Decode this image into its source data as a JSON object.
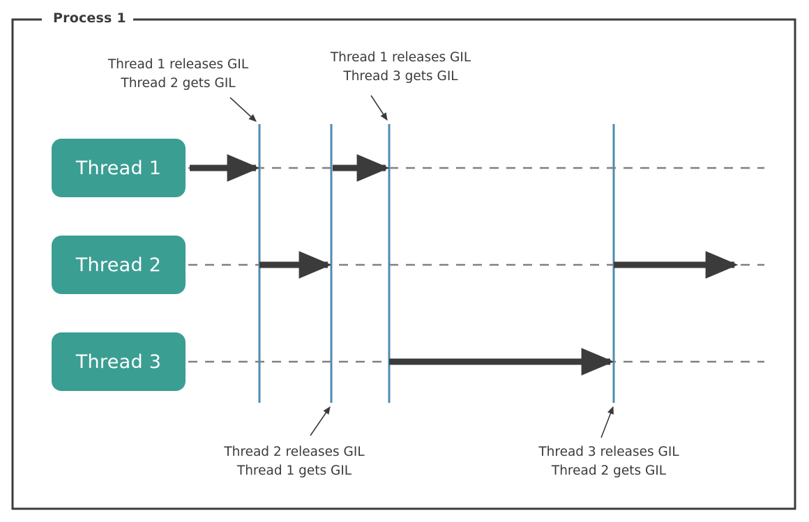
{
  "diagram": {
    "title": "Process 1",
    "frame": {
      "border_color": "#3b3b3b"
    },
    "colors": {
      "thread_box": "#3a9e93",
      "thread_label": "#ffffff",
      "timeline_marker": "#4e8cb0",
      "arrow": "#3b3b3b",
      "dashed_line": "#808080",
      "annotation_text": "#3b3b3b"
    },
    "threads": [
      {
        "label": "Thread 1"
      },
      {
        "label": "Thread 2"
      },
      {
        "label": "Thread 3"
      }
    ],
    "annotations": [
      {
        "id": "annotation-top-left",
        "line1": "Thread 1 releases GIL",
        "line2": "Thread 2 gets GIL"
      },
      {
        "id": "annotation-top-right",
        "line1": "Thread 1 releases GIL",
        "line2": "Thread 3 gets GIL"
      },
      {
        "id": "annotation-bottom-left",
        "line1": "Thread 2 releases GIL",
        "line2": "Thread 1 gets GIL"
      },
      {
        "id": "annotation-bottom-right",
        "line1": "Thread 3 releases GIL",
        "line2": "Thread 2 gets GIL"
      }
    ]
  }
}
